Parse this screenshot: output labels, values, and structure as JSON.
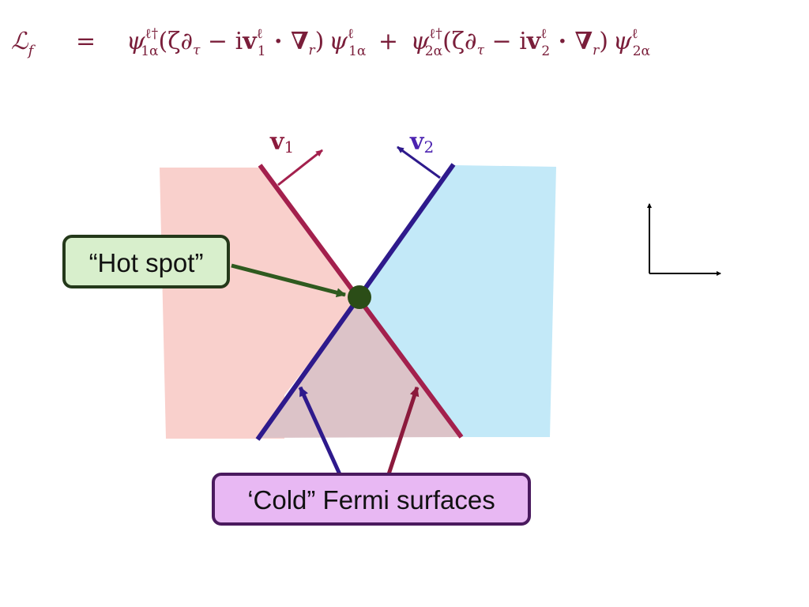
{
  "equation": {
    "lhs": "ℒ",
    "lhs_sub": "f",
    "equals": "=",
    "term1": {
      "psi": "ψ",
      "sup": "ℓ†",
      "sub": "1α",
      "open": "(ζ∂",
      "tau": "τ",
      "minus_i": " − i",
      "v": "v",
      "v_sup": "ℓ",
      "v_sub": "1",
      "dot_nabla": " · ∇",
      "r_sub": "r",
      "close": ")",
      "psi2": "ψ",
      "psi2_sup": "ℓ",
      "psi2_sub": "1α"
    },
    "plus": "+",
    "term2": {
      "psi": "ψ",
      "sup": "ℓ†",
      "sub": "2α",
      "open": "(ζ∂",
      "tau": "τ",
      "minus_i": " − i",
      "v": "v",
      "v_sup": "ℓ",
      "v_sub": "2",
      "dot_nabla": " · ∇",
      "r_sub": "r",
      "close": ")",
      "psi2": "ψ",
      "psi2_sup": "ℓ",
      "psi2_sub": "2α"
    }
  },
  "labels": {
    "v1": "v",
    "v1_sub": "1",
    "v2": "v",
    "v2_sub": "2",
    "hot_spot": "“Hot spot”",
    "cold_fs": "‘Cold” Fermi surfaces"
  },
  "colors": {
    "equation": "#7a1e3a",
    "left_region": "#f9d0cc",
    "right_region": "#c3e9f8",
    "overlap_region": "#dcc3c8",
    "fermi_surface_1": "#a3204d",
    "fermi_surface_2": "#2e1a8c",
    "v1_label": "#8b1a3c",
    "v2_label": "#4b22b0",
    "hot_spot_dot": "#2b4d17",
    "hot_spot_box_fill": "#d8efcc",
    "hot_spot_box_stroke": "#24391a",
    "cold_box_fill": "#e8b8f3",
    "cold_box_stroke": "#4a1a5e",
    "axes": "#000000"
  }
}
